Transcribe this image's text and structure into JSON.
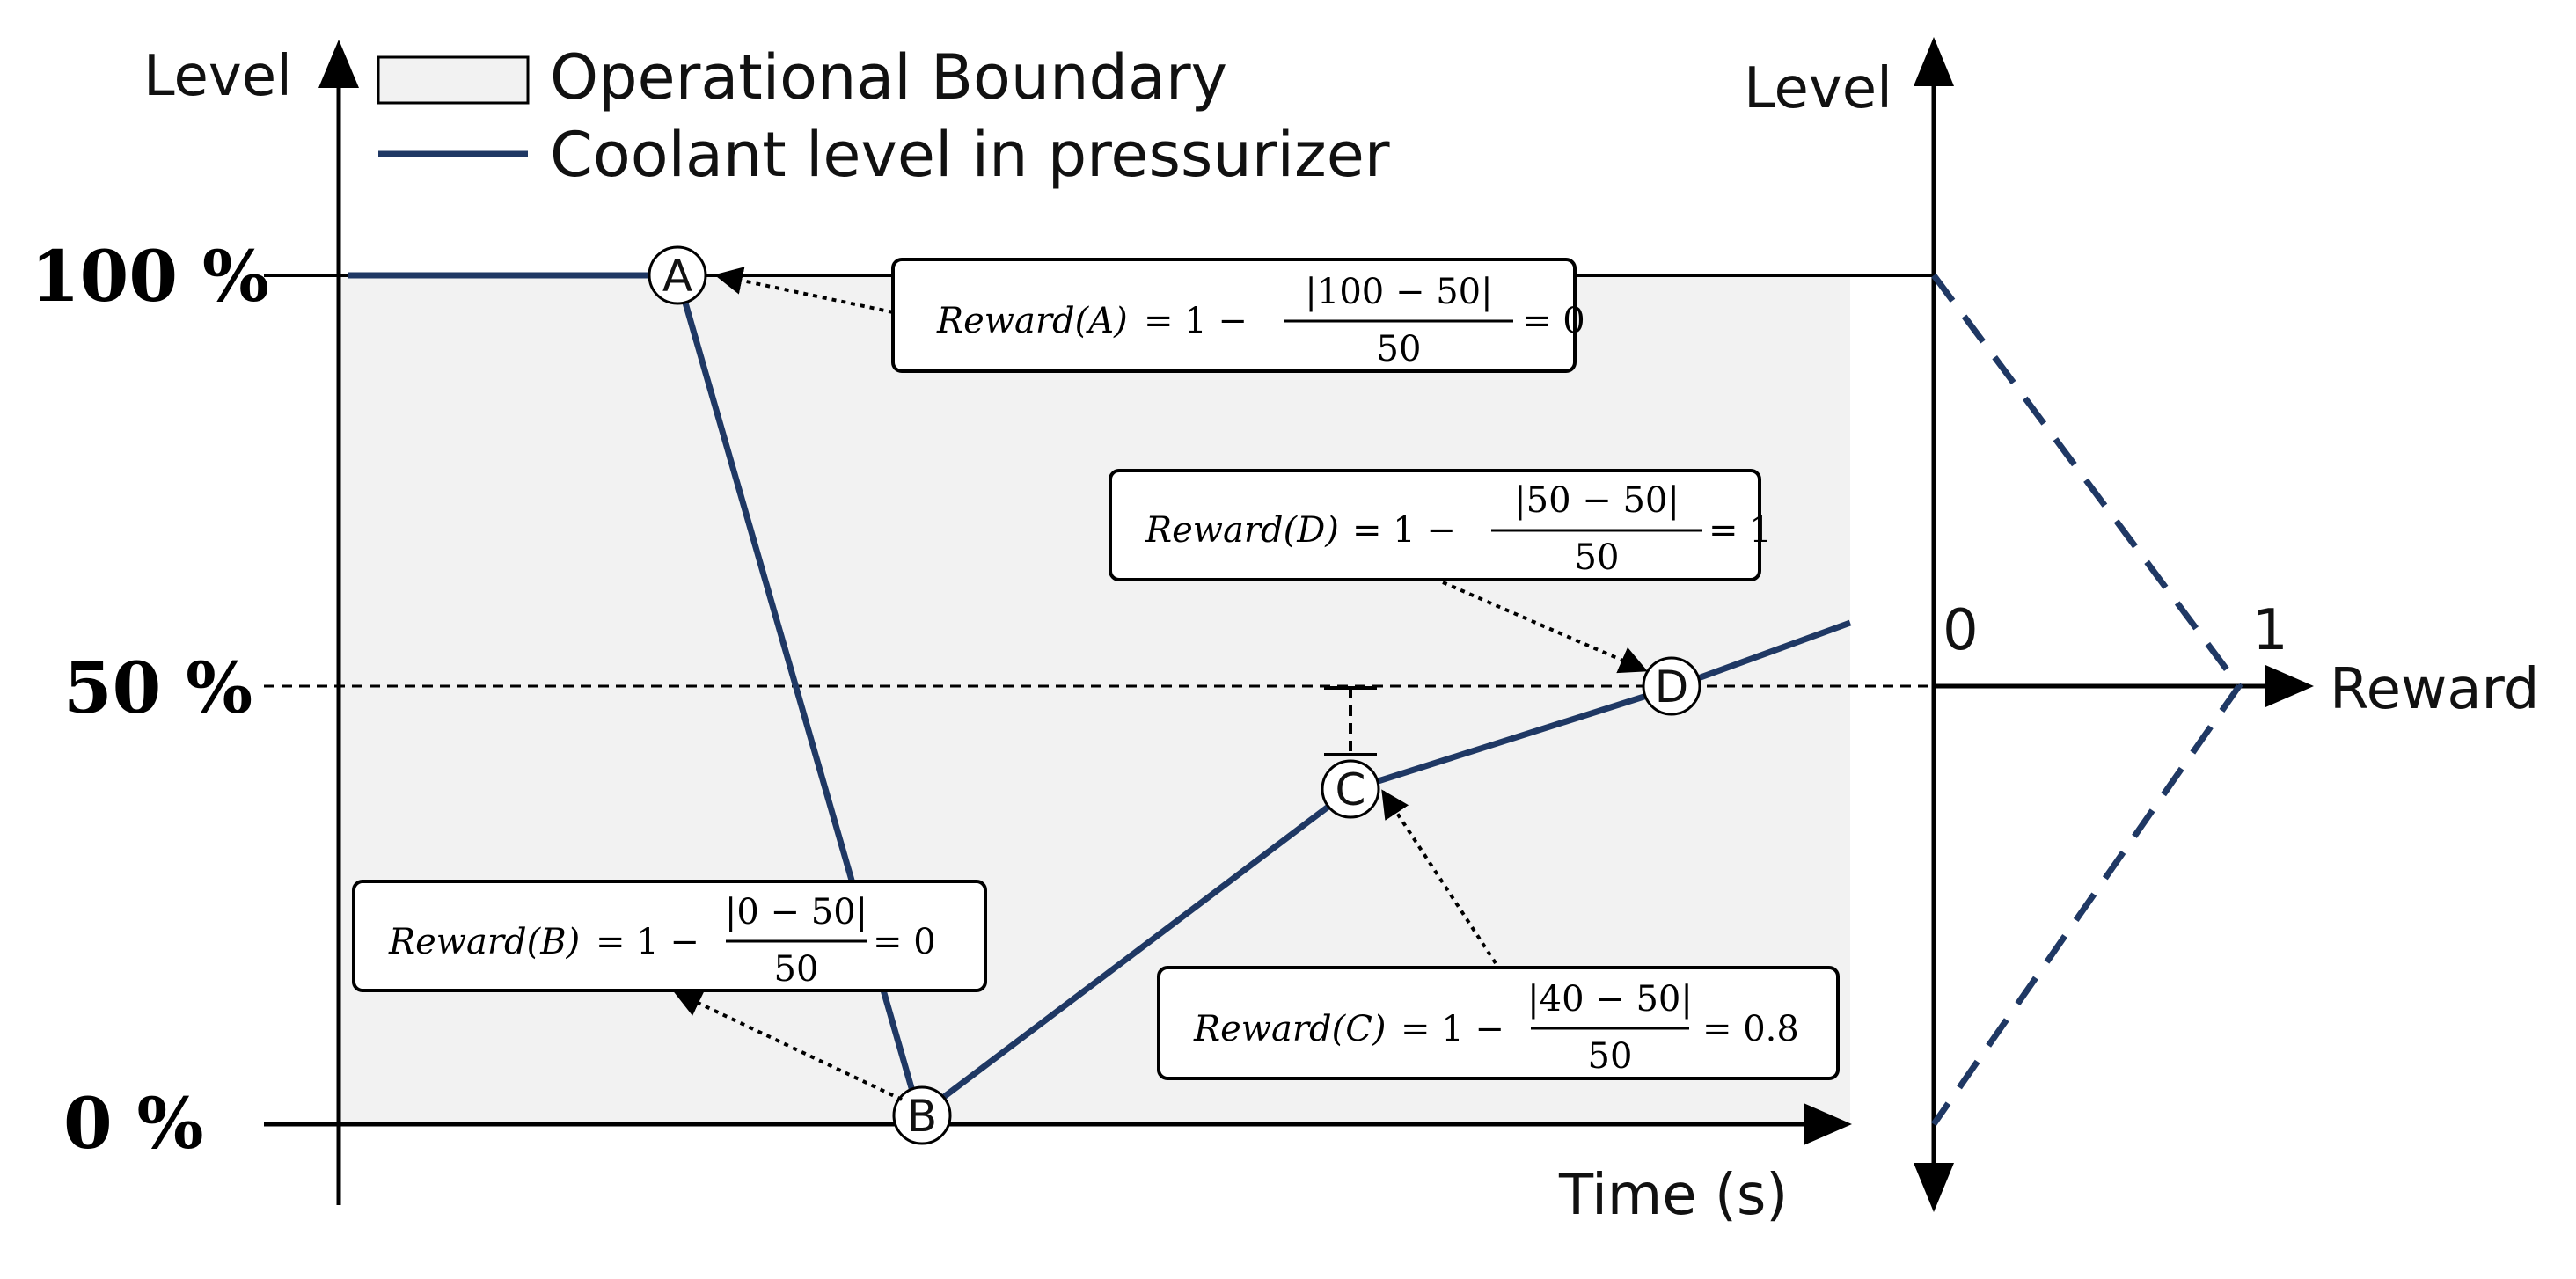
{
  "left_axis": {
    "title": "Level",
    "tick_100": "100 %",
    "tick_50": "50 %",
    "tick_0": "0 %",
    "x_title": "Time (s)"
  },
  "right_axis": {
    "title": "Level",
    "x_title": "Reward",
    "tick_0": "0",
    "tick_1": "1"
  },
  "legend": {
    "boundary": "Operational Boundary",
    "coolant": "Coolant level in pressurizer"
  },
  "points": {
    "a": "A",
    "b": "B",
    "c": "C",
    "d": "D"
  },
  "colors": {
    "line": "#1f3864",
    "boundary_fill": "#f2f2f2",
    "box_border": "#000000"
  },
  "formulas": {
    "a": {
      "lhs": "Reward(A)",
      "eq1": "= 1 −",
      "num": "|100 − 50|",
      "den": "50",
      "res": "= 0"
    },
    "b": {
      "lhs": "Reward(B)",
      "eq1": "= 1 −",
      "num": "|0 − 50|",
      "den": "50",
      "res": "= 0"
    },
    "c": {
      "lhs": "Reward(C)",
      "eq1": "= 1 −",
      "num": "|40 − 50|",
      "den": "50",
      "res": "= 0.8"
    },
    "d": {
      "lhs": "Reward(D)",
      "eq1": "= 1 −",
      "num": "|50 − 50|",
      "den": "50",
      "res": "= 1"
    }
  }
}
